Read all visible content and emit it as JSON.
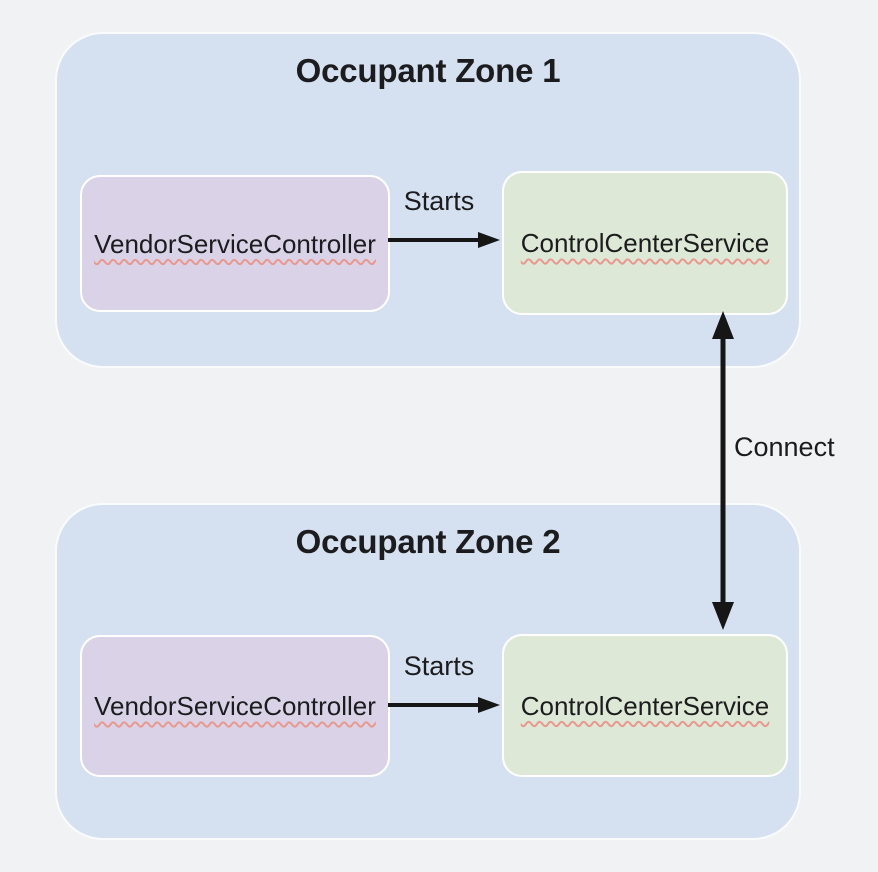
{
  "colors": {
    "page-bg": "#f1f2f4",
    "zone-fill": "#d5e1f0",
    "zone-border": "#fafbfd",
    "node-purple": "#dad3e8",
    "node-green": "#dde9d6",
    "node-border": "#ffffff",
    "text": "#1c1c1e",
    "arrow": "#161616",
    "squiggle": "#e8998f"
  },
  "diagram": {
    "zones": [
      {
        "title": "Occupant Zone 1",
        "nodes": [
          {
            "label": "VendorServiceController"
          },
          {
            "label": "ControlCenterService"
          }
        ],
        "edge_label": "Starts"
      },
      {
        "title": "Occupant Zone 2",
        "nodes": [
          {
            "label": "VendorServiceController"
          },
          {
            "label": "ControlCenterService"
          }
        ],
        "edge_label": "Starts"
      }
    ],
    "connection_label": "Connect"
  }
}
